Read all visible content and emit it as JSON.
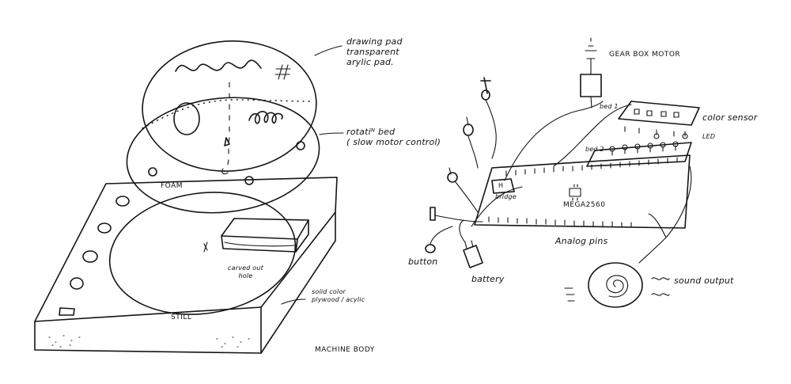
{
  "left_sketch": {
    "drawing_pad_label": [
      "drawing pad",
      "transparent",
      "arylic pad."
    ],
    "pad_symbol": "#",
    "rotating_bed_label": [
      "rotatiᴺ bed",
      "( slow motor control)"
    ],
    "foam_label": "FOAM",
    "carved_hole_label": [
      "carved out",
      "hole"
    ],
    "body_material_label": [
      "solid color",
      "plywood / acylic"
    ],
    "still_label": "STILL",
    "machine_body_label": "MACHINE BODY"
  },
  "right_sketch": {
    "gearbox_label": "GEAR BOX MOTOR",
    "bed1_label": "bed 1",
    "bed2_label": "bed 2",
    "color_sensor_label": "color sensor",
    "led_label": "LED",
    "h_label": "H",
    "bridge_label": "bridge",
    "board_label": "MEGA2560",
    "analog_pins_label": "Analog pins",
    "button_label": "button",
    "battery_label": "battery",
    "sound_output_label": "sound output"
  }
}
